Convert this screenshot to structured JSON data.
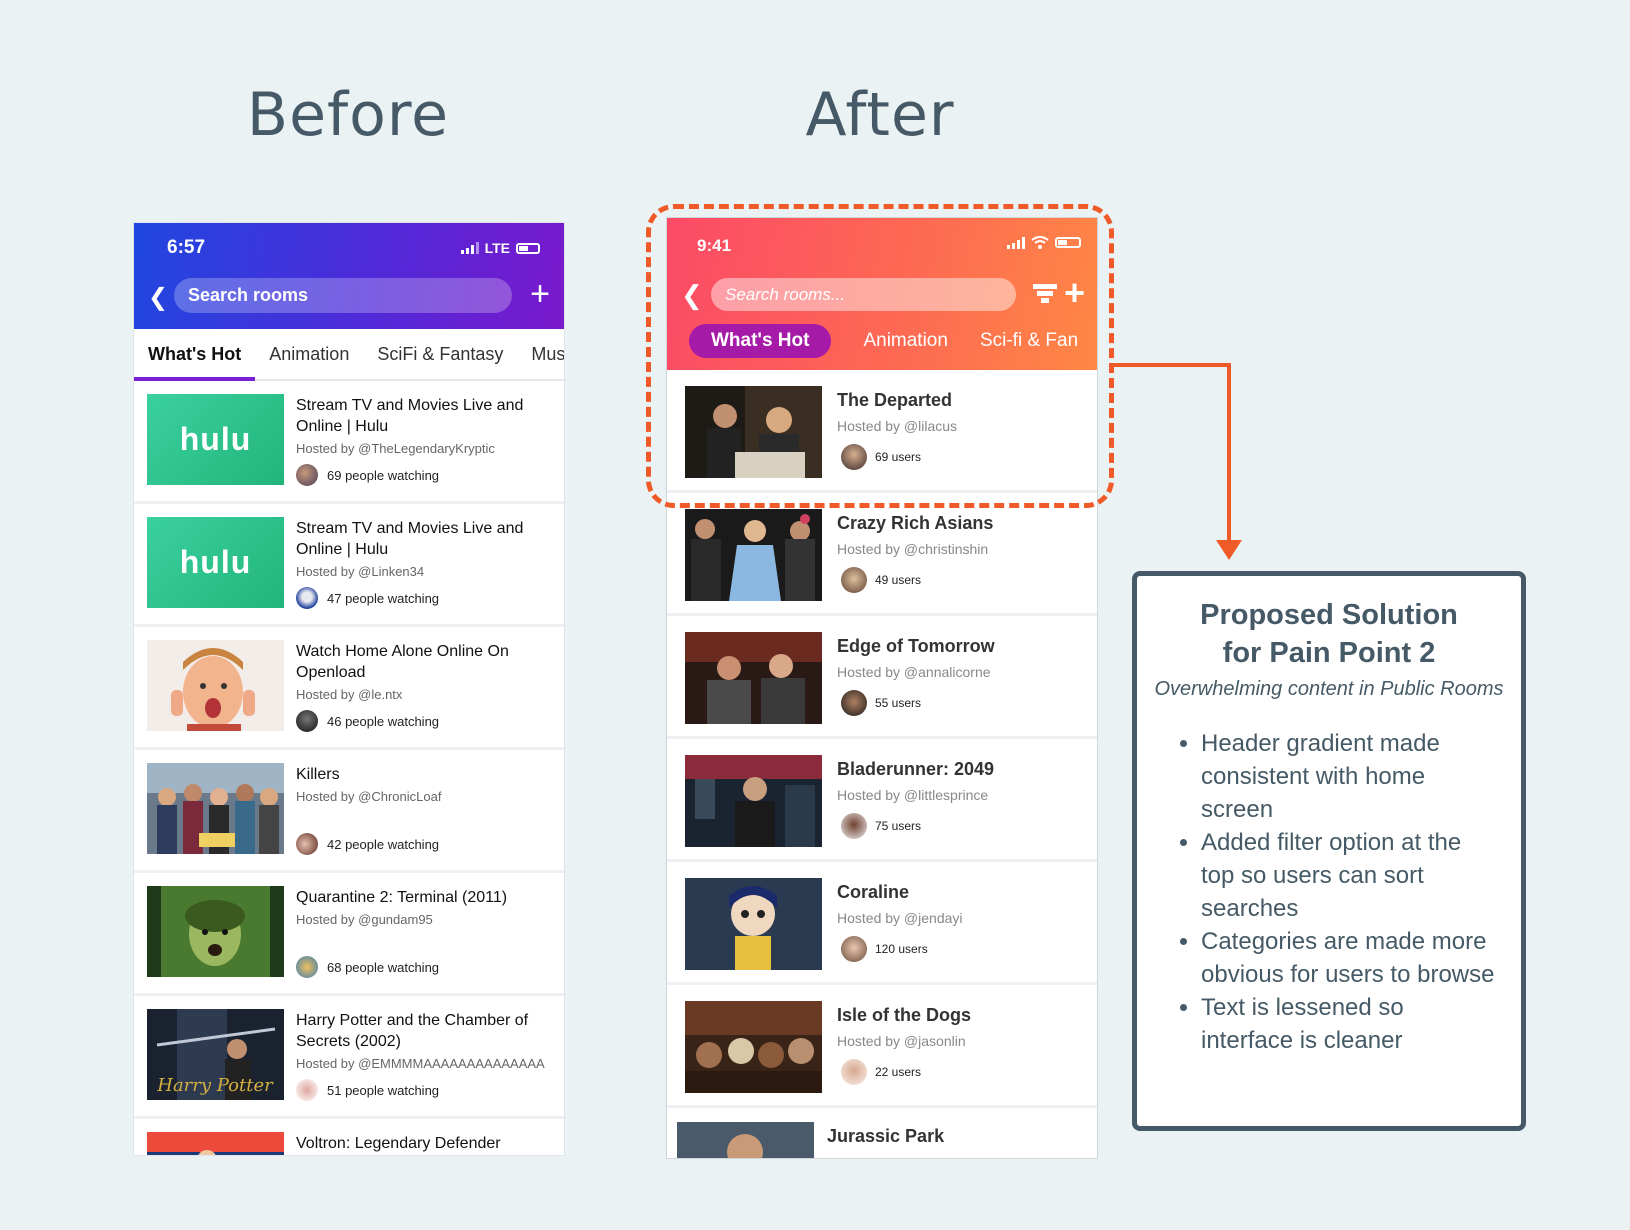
{
  "headings": {
    "before": "Before",
    "after": "After"
  },
  "before": {
    "time": "6:57",
    "network": "LTE",
    "search_placeholder": "Search rooms",
    "tabs": [
      "What's Hot",
      "Animation",
      "SciFi & Fantasy",
      "Mus"
    ],
    "items": [
      {
        "title": "Stream TV and Movies Live and Online | Hulu",
        "host": "Hosted by @TheLegendaryKryptic",
        "watching": "69 people watching",
        "thumb": "hulu"
      },
      {
        "title": "Stream TV and Movies Live and Online | Hulu",
        "host": "Hosted by @Linken34",
        "watching": "47 people watching",
        "thumb": "hulu"
      },
      {
        "title": "Watch Home Alone Online On Openload",
        "host": "Hosted by @le.ntx",
        "watching": "46 people watching",
        "thumb": "photo"
      },
      {
        "title": "Killers",
        "host": "Hosted by @ChronicLoaf",
        "watching": "42 people watching",
        "thumb": "photo"
      },
      {
        "title": "Quarantine 2: Terminal (2011)",
        "host": "Hosted by @gundam95",
        "watching": "68 people watching",
        "thumb": "photo"
      },
      {
        "title": "Harry Potter and the Chamber of Secrets (2002)",
        "host": "Hosted by @EMMMMAAAAAAAAAAAAAA",
        "watching": "51 people watching",
        "thumb": "photo"
      },
      {
        "title": "Voltron: Legendary Defender",
        "host": "",
        "watching": "",
        "thumb": "photo"
      }
    ],
    "hulu_logo": "hulu"
  },
  "after": {
    "time": "9:41",
    "search_placeholder": "Search rooms...",
    "tabs": [
      "What's Hot",
      "Animation",
      "Sci-fi & Fan"
    ],
    "items": [
      {
        "title": "The Departed",
        "host": "Hosted by @lilacus",
        "users": "69 users"
      },
      {
        "title": "Crazy Rich Asians",
        "host": "Hosted by @christinshin",
        "users": "49 users"
      },
      {
        "title": "Edge of Tomorrow",
        "host": "Hosted by @annalicorne",
        "users": "55 users"
      },
      {
        "title": "Bladerunner: 2049",
        "host": "Hosted by @littlesprince",
        "users": "75 users"
      },
      {
        "title": "Coraline",
        "host": "Hosted by @jendayi",
        "users": "120 users"
      },
      {
        "title": "Isle of the Dogs",
        "host": "Hosted by @jasonlin",
        "users": "22 users"
      },
      {
        "title": "Jurassic Park",
        "host": "",
        "users": ""
      }
    ]
  },
  "callout": {
    "title_line1": "Proposed Solution",
    "title_line2": "for Pain Point 2",
    "subtitle": "Overwhelming content in Public Rooms",
    "bullets": [
      "Header gradient made consistent with home screen",
      "Added filter option at the top so users can sort searches",
      "Categories are made more obvious for users to browse",
      "Text is lessened so interface is cleaner"
    ]
  },
  "colors": {
    "accent_orange": "#f05a28",
    "slate": "#455a66",
    "before_tab": "#7b1fd4",
    "after_tab_pill": "#a51aa6"
  }
}
